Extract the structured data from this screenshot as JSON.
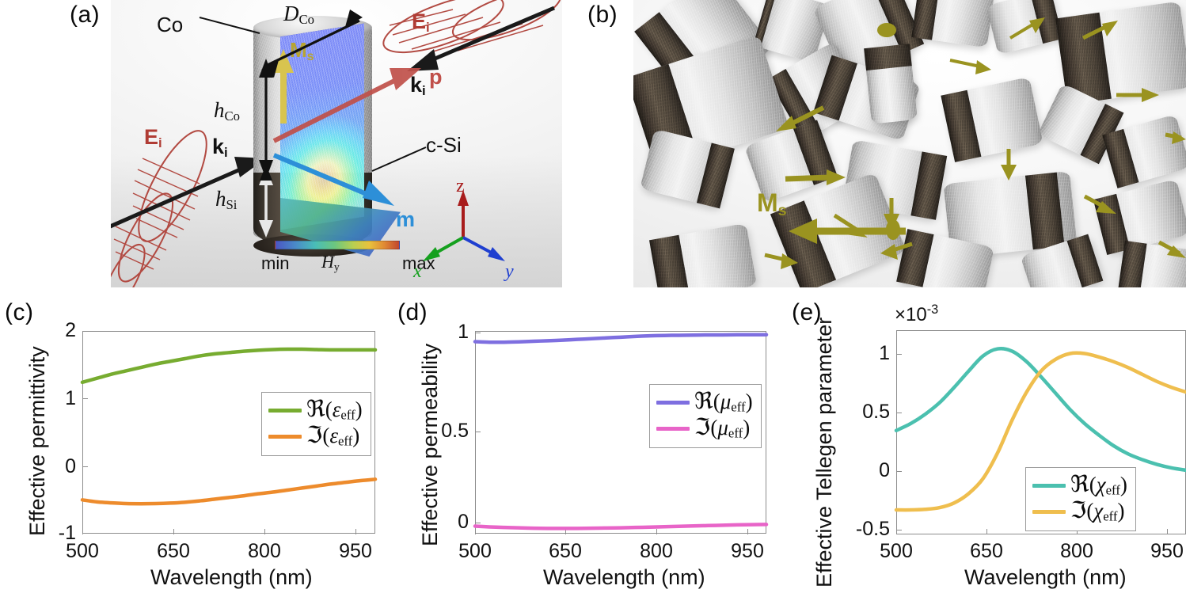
{
  "panels": {
    "a": {
      "letter": "(a)",
      "labels": {
        "co": "Co",
        "d_co": "D",
        "d_co_sub": "Co",
        "h_co": "h",
        "h_co_sub": "Co",
        "h_si": "h",
        "h_si_sub": "Si",
        "c_si": "c-Si",
        "ms": "M",
        "ms_sub": "s",
        "p": "p",
        "m": "m",
        "ei_left": "E",
        "ei_left_sub": "i",
        "ki_left": "k",
        "ki_left_sub": "i",
        "ei_right": "E",
        "ei_right_sub": "i",
        "ki_right": "k",
        "ki_right_sub": "i"
      },
      "colorbar": {
        "min": "min",
        "max": "max",
        "quantity": "H",
        "quantity_sub": "y",
        "colors": [
          "#4b55c4",
          "#4a8ac9",
          "#49bdb8",
          "#6cc77f",
          "#b9cf51",
          "#e9c23d",
          "#e08a34",
          "#c24630"
        ]
      },
      "axes_triad": {
        "x": "x",
        "y": "y",
        "z": "z",
        "x_color": "#15a01e",
        "y_color": "#1f3fd0",
        "z_color": "#a81c1c"
      },
      "colors": {
        "Ms_arrow": "#d8c44f",
        "p_arrow": "#c0504a",
        "m_arrow": "#2d8fd8",
        "wave": "#b24a42"
      }
    },
    "b": {
      "letter": "(b)",
      "labels": {
        "ms": "M",
        "ms_sub": "s"
      },
      "colors": {
        "arrow": "#9a9320"
      }
    },
    "c": {
      "letter": "(c)",
      "ylabel": "Effective permittivity",
      "xlabel": "Wavelength (nm)",
      "xticks": [
        "500",
        "650",
        "800",
        "950"
      ],
      "yticks": [
        "2",
        "1",
        "0",
        "-1"
      ],
      "legend": [
        {
          "symbol_re": "ℜ",
          "arg": "ε",
          "sub": "eff",
          "color": "#77ac30"
        },
        {
          "symbol_im": "ℑ",
          "arg": "ε",
          "sub": "eff",
          "color": "#ed8b2c"
        }
      ]
    },
    "d": {
      "letter": "(d)",
      "ylabel": "Effective permeability",
      "xlabel": "Wavelength (nm)",
      "xticks": [
        "500",
        "650",
        "800",
        "950"
      ],
      "yticks": [
        "1",
        "0.5",
        "0"
      ],
      "legend": [
        {
          "symbol_re": "ℜ",
          "arg": "μ",
          "sub": "eff",
          "color": "#7e6fe0"
        },
        {
          "symbol_im": "ℑ",
          "arg": "μ",
          "sub": "eff",
          "color": "#e864c8"
        }
      ]
    },
    "e": {
      "letter": "(e)",
      "ylabel": "Effective Tellegen parameter",
      "xlabel": "Wavelength (nm)",
      "exponent_prefix": "×10",
      "exponent_power": "-3",
      "xticks": [
        "500",
        "650",
        "800",
        "950"
      ],
      "yticks": [
        "1",
        "0.5",
        "0",
        "-0.5"
      ],
      "legend": [
        {
          "symbol_re": "ℜ",
          "arg": "χ",
          "sub": "eff",
          "color": "#4bc0af"
        },
        {
          "symbol_im": "ℑ",
          "arg": "χ",
          "sub": "eff",
          "color": "#efbe4e"
        }
      ]
    }
  },
  "chart_data": [
    {
      "id": "c",
      "type": "line",
      "title": "",
      "xlabel": "Wavelength (nm)",
      "ylabel": "Effective permittivity",
      "xlim": [
        500,
        1000
      ],
      "ylim": [
        -1,
        2
      ],
      "xticks": [
        500,
        650,
        800,
        950
      ],
      "yticks": [
        -1,
        0,
        1,
        2
      ],
      "grid": false,
      "legend_position": "center-right",
      "x": [
        500,
        525,
        550,
        575,
        600,
        625,
        650,
        675,
        700,
        725,
        750,
        775,
        800,
        825,
        850,
        875,
        900,
        925,
        950,
        975,
        1000
      ],
      "series": [
        {
          "name": "Re(eps_eff)",
          "color": "#77ac30",
          "values": [
            1.24,
            1.3,
            1.36,
            1.41,
            1.46,
            1.51,
            1.55,
            1.59,
            1.63,
            1.66,
            1.68,
            1.7,
            1.715,
            1.725,
            1.73,
            1.73,
            1.725,
            1.72,
            1.72,
            1.72,
            1.72
          ]
        },
        {
          "name": "Im(eps_eff)",
          "color": "#ed8b2c",
          "values": [
            -0.5,
            -0.53,
            -0.545,
            -0.555,
            -0.557,
            -0.555,
            -0.548,
            -0.535,
            -0.515,
            -0.49,
            -0.465,
            -0.44,
            -0.41,
            -0.385,
            -0.355,
            -0.325,
            -0.295,
            -0.265,
            -0.24,
            -0.215,
            -0.195
          ]
        }
      ]
    },
    {
      "id": "d",
      "type": "line",
      "title": "",
      "xlabel": "Wavelength (nm)",
      "ylabel": "Effective permeability",
      "xlim": [
        500,
        1000
      ],
      "ylim": [
        -0.06,
        1.02
      ],
      "xticks": [
        500,
        650,
        800,
        950
      ],
      "yticks": [
        0,
        0.5,
        1
      ],
      "grid": false,
      "legend_position": "center-right",
      "x": [
        500,
        525,
        550,
        575,
        600,
        625,
        650,
        675,
        700,
        725,
        750,
        775,
        800,
        825,
        850,
        875,
        900,
        925,
        950,
        975,
        1000
      ],
      "series": [
        {
          "name": "Re(mu_eff)",
          "color": "#7e6fe0",
          "values": [
            0.963,
            0.96,
            0.96,
            0.962,
            0.965,
            0.968,
            0.971,
            0.975,
            0.979,
            0.983,
            0.987,
            0.991,
            0.994,
            0.996,
            0.997,
            0.998,
            0.999,
            0.999,
            1.0,
            1.0,
            1.0
          ]
        },
        {
          "name": "Im(mu_eff)",
          "color": "#e864c8",
          "values": [
            -0.02,
            -0.024,
            -0.027,
            -0.029,
            -0.031,
            -0.032,
            -0.032,
            -0.032,
            -0.031,
            -0.03,
            -0.029,
            -0.027,
            -0.025,
            -0.023,
            -0.021,
            -0.019,
            -0.017,
            -0.015,
            -0.013,
            -0.012,
            -0.011
          ]
        }
      ]
    },
    {
      "id": "e",
      "type": "line",
      "title": "",
      "xlabel": "Wavelength (nm)",
      "ylabel": "Effective Tellegen parameter",
      "y_scale_exponent": -3,
      "xlim": [
        500,
        1000
      ],
      "ylim": [
        -0.5,
        1.25
      ],
      "xticks": [
        500,
        650,
        800,
        950
      ],
      "yticks": [
        -0.5,
        0,
        0.5,
        1
      ],
      "grid": false,
      "legend_position": "bottom-right",
      "x": [
        500,
        525,
        550,
        575,
        600,
        625,
        650,
        675,
        700,
        725,
        750,
        775,
        800,
        825,
        850,
        875,
        900,
        925,
        950,
        975,
        1000
      ],
      "series": [
        {
          "name": "Re(chi_eff)",
          "color": "#4bc0af",
          "values": [
            0.39,
            0.45,
            0.53,
            0.63,
            0.76,
            0.9,
            1.03,
            1.09,
            1.07,
            0.98,
            0.85,
            0.71,
            0.57,
            0.45,
            0.35,
            0.26,
            0.19,
            0.14,
            0.1,
            0.07,
            0.05
          ]
        },
        {
          "name": "Im(chi_eff)",
          "color": "#efbe4e",
          "values": [
            -0.29,
            -0.29,
            -0.285,
            -0.27,
            -0.23,
            -0.15,
            -0.02,
            0.2,
            0.48,
            0.72,
            0.9,
            1.0,
            1.05,
            1.05,
            1.02,
            0.98,
            0.93,
            0.87,
            0.81,
            0.76,
            0.72
          ]
        }
      ]
    }
  ]
}
